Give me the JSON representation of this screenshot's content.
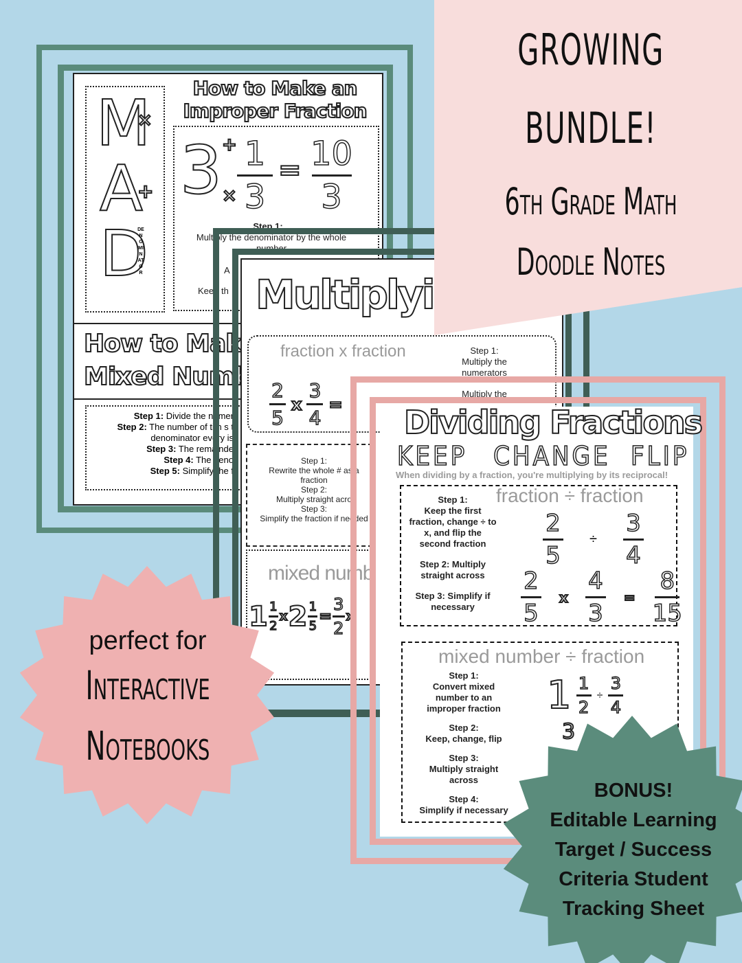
{
  "banner": {
    "line1": "GROWING",
    "line2": "BUNDLE!",
    "line3": "6th Grade Math",
    "line4": "Doodle Notes"
  },
  "sheet1": {
    "title_line1": "How to Make an",
    "title_line2": "Improper Fraction",
    "mad_letters": [
      "M",
      "A",
      "D"
    ],
    "mad_ops": [
      "×",
      "+"
    ],
    "denominator_word": "DENOMINATOR",
    "whole": "3",
    "num": "1",
    "den": "3",
    "res_num": "10",
    "res_den": "3",
    "plus": "+",
    "times": "×",
    "equals": "=",
    "step1_label": "Step 1:",
    "step1_text": "Multiply the denominator by the whole number",
    "frag_a": "A",
    "frag_keep": "Keep th",
    "mixed_title_line1": "How to Make a",
    "mixed_title_line2": "Mixed Number",
    "steps": [
      {
        "label": "Step 1:",
        "text": " Divide the numer"
      },
      {
        "label": "Step 2:",
        "text": "  The number of tim s t"
      },
      {
        "label": "",
        "text": "denominator every is"
      },
      {
        "label": "Step 3:",
        "text": " The remainde"
      },
      {
        "label": "Step 4:",
        "text": " The deno"
      },
      {
        "label": "Step 5:",
        "text": " Simplify the f"
      }
    ]
  },
  "sheet2": {
    "title": "Multiplying Fractions",
    "subtitle": "fraction x fraction",
    "side_step1_label": "Step 1:",
    "side_step1_text": "Multiply the numerators",
    "side_step2_text": "Multiply the",
    "ex1": {
      "a_num": "2",
      "a_den": "5",
      "op": "x",
      "b_num": "3",
      "b_den": "4",
      "eq": "="
    },
    "steps2": [
      "Step 1:",
      "Rewrite the whole # as a",
      "fraction",
      "Step 2:",
      "Multiply straight acro",
      "Step 3:",
      "Simplify the fraction if needed"
    ],
    "mixed_sub": "mixed numb",
    "ex2": {
      "w1": "1",
      "n1": "1",
      "d1": "2",
      "op": "x",
      "w2": "2",
      "n2": "1",
      "d2": "5",
      "eq": "=",
      "r1n": "3",
      "r1d": "2",
      "op2": "x"
    }
  },
  "sheet3": {
    "title": "Dividing Fractions",
    "keep": "KEEP",
    "change": "CHANGE",
    "flip": "FLIP",
    "note": "When dividing by a fraction, you're multiplying by its reciprocal!",
    "box1_title": "fraction ÷ fraction",
    "box1_steps": [
      {
        "label": "Step 1:",
        "text": "Keep the first fraction, change ÷ to x, and flip the second fraction"
      },
      {
        "label": "Step 2: Multiply",
        "text": "straight across"
      },
      {
        "label": "Step 3: Simplify if",
        "text": "necessary"
      }
    ],
    "ex1": {
      "a_num": "2",
      "a_den": "5",
      "div": "÷",
      "b_num": "3",
      "b_den": "4"
    },
    "ex2": {
      "a_num": "2",
      "a_den": "5",
      "x": "x",
      "b_num": "4",
      "b_den": "3",
      "eq": "=",
      "r_num": "8",
      "r_den": "15"
    },
    "box2_title": "mixed number ÷ fraction",
    "box2_steps": [
      {
        "label": "Step 1:",
        "text": "Convert mixed number to an improper fraction"
      },
      {
        "label": "Step 2:",
        "text": "Keep, change, flip"
      },
      {
        "label": "Step 3:",
        "text": "Multiply straight across"
      },
      {
        "label": "Step 4:",
        "text": "Simplify if necessary"
      }
    ],
    "ex3": {
      "w": "1",
      "n": "1",
      "d": "2",
      "div": "÷",
      "bn": "3",
      "bd": "4"
    },
    "ex4": {
      "n": "3"
    }
  },
  "badge": {
    "line1": "perfect for",
    "line2": "Interactive",
    "line3": "Notebooks"
  },
  "bonus": {
    "line1": "BONUS!",
    "line2": "Editable Learning",
    "line3": "Target / Success",
    "line4": "Criteria Student",
    "line5": "Tracking Sheet"
  },
  "colors": {
    "background": "#b3d7e8",
    "pink": "#f4dcdc",
    "teal": "#5b8c7c",
    "dark_green": "#3f5e55",
    "salmon": "#e8a6a4",
    "badge_pink": "#efb1b1"
  }
}
